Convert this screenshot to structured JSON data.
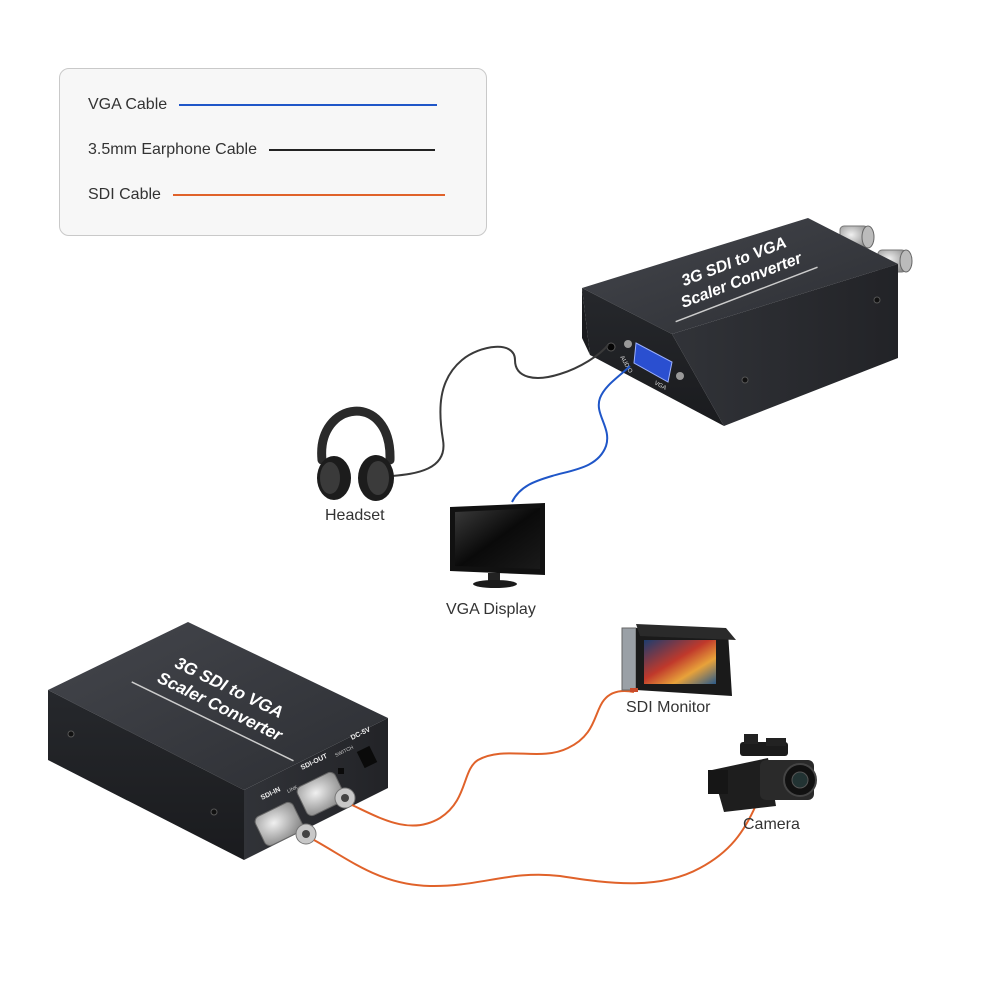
{
  "legend": {
    "items": [
      {
        "label": "VGA Cable",
        "color": "#1f56c8"
      },
      {
        "label": "3.5mm Earphone Cable",
        "color": "#222222"
      },
      {
        "label": "SDI Cable",
        "color": "#e0622a"
      }
    ]
  },
  "converter_top": {
    "title_line1": "3G SDI to VGA",
    "title_line2": "Scaler Converter",
    "port_audio": "AUDIO",
    "port_vga": "VGA"
  },
  "converter_bottom": {
    "title_line1": "3G SDI to VGA",
    "title_line2": "Scaler Converter",
    "port_sdi_in": "SDI-IN",
    "port_sdi_out": "SDI-OUT",
    "port_link": "LINK",
    "port_switch": "SWITCH",
    "port_dc": "DC-5V"
  },
  "devices": {
    "headset": "Headset",
    "vga_display": "VGA Display",
    "sdi_monitor": "SDI Monitor",
    "camera": "Camera"
  },
  "colors": {
    "box_body": "#2b2d31",
    "box_top": "#3a3c41",
    "vga_cable": "#1f56c8",
    "audio_cable": "#222222",
    "sdi_cable": "#e0622a"
  }
}
